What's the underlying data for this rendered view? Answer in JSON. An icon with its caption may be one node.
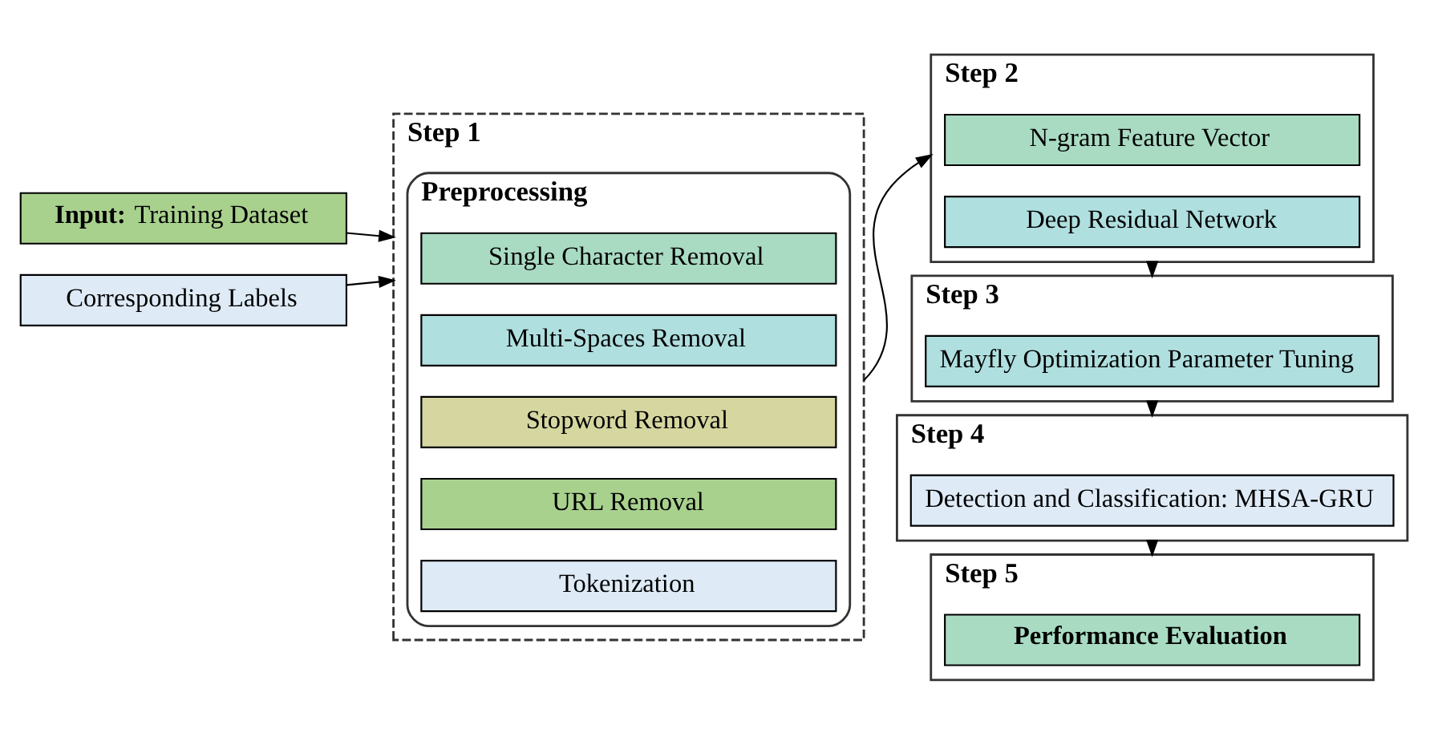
{
  "diagram": {
    "nodes": [
      {
        "text": [
          "**Input:** Training Dataset"
        ]
      },
      {
        "text": [
          "Corresponding Labels"
        ]
      },
      {
        "text": [
          "Step 1"
        ]
      },
      {
        "text": [
          "Preprocessing"
        ],
        "in": 2
      },
      {
        "text": [
          "Single Character Removal"
        ],
        "in": 3
      },
      {
        "text": [
          "Multi-Spaces Removal"
        ],
        "in": 3
      },
      {
        "text": [
          "Stopword Removal"
        ],
        "in": 3
      },
      {
        "text": [
          "URL Removal"
        ],
        "in": 3
      },
      {
        "text": [
          "Tokenization"
        ],
        "in": 3
      },
      {
        "text": [
          "Step 2"
        ]
      },
      {
        "text": [
          "N-gram Feature Vector"
        ],
        "in": 9
      },
      {
        "text": [
          "Deep Residual Network"
        ],
        "in": 9
      },
      {
        "text": [
          "Step 3"
        ]
      },
      {
        "text": [
          "Mayfly Optimization Parameter Tuning"
        ],
        "in": 12
      },
      {
        "text": [
          "Step 4"
        ]
      },
      {
        "text": [
          "Detection and Classification: MHSA-GRU"
        ],
        "in": 14
      },
      {
        "text": [
          "Step 5"
        ]
      },
      {
        "text": [
          "Performance Evaluation"
        ],
        "in": 16
      }
    ],
    "edges": [
      {
        "from": 0,
        "to": 2,
        "arrow": "to"
      },
      {
        "from": 1,
        "to": 2,
        "arrow": "to"
      },
      {
        "from": 2,
        "to": 9,
        "arrow": "to"
      },
      {
        "from": 9,
        "to": 12,
        "arrow": "to"
      },
      {
        "from": 12,
        "to": 14,
        "arrow": "to"
      },
      {
        "from": 14,
        "to": 16,
        "arrow": "to"
      }
    ]
  }
}
